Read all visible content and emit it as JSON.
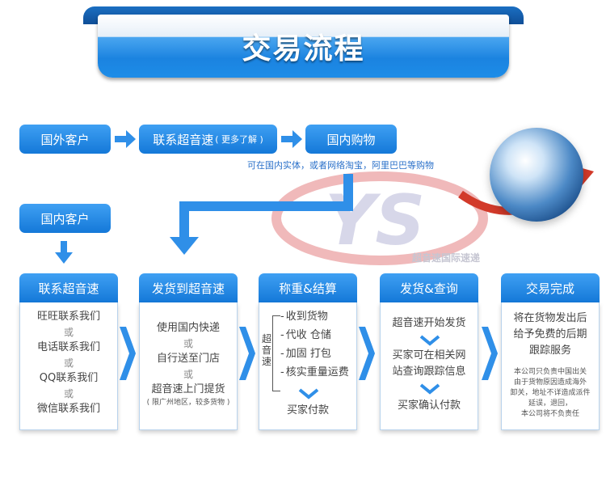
{
  "title": "交易流程",
  "top_flow": {
    "foreign_customer": "国外客户",
    "contact_label": "联系超音速",
    "contact_more": "( 更多了解 )",
    "domestic_shopping": "国内购物",
    "note": "可在国内实体，或者网络淘宝，阿里巴巴等购物"
  },
  "domestic_customer": "国内客户",
  "watermark_text": "超音速国际速递",
  "steps": [
    {
      "header": "联系超音速",
      "lines": [
        "旺旺联系我们",
        "或",
        "电话联系我们",
        "或",
        "QQ联系我们",
        "或",
        "微信联系我们"
      ]
    },
    {
      "header": "发货到超音速",
      "lines": [
        "使用国内快递",
        "或",
        "自行送至门店",
        "或",
        "超音速上门提货"
      ],
      "footnote": "( 限广州地区，较多货物 )"
    },
    {
      "header": "称重&结算",
      "side_label": "超音速",
      "items": [
        "收到货物",
        "代收 仓储",
        "加固 打包",
        "核实重量运费"
      ],
      "result": "买家付款"
    },
    {
      "header": "发货&查询",
      "lines": [
        "超音速开始发货",
        "买家可在相关网",
        "站查询跟踪信息",
        "买家确认付款"
      ]
    },
    {
      "header": "交易完成",
      "lines": [
        "将在货物发出后",
        "给予免费的后期",
        "跟踪服务"
      ],
      "disclaimer": [
        "本公司只负责中国出关",
        "由于货物原因造成海外",
        "卸关，地址不详造成派件",
        "延误，退回，",
        "本公司将不负责任"
      ]
    }
  ],
  "colors": {
    "primary": "#1b83e0",
    "header_gradient_top": "#3fa0f3",
    "header_gradient_bottom": "#1478d8"
  }
}
